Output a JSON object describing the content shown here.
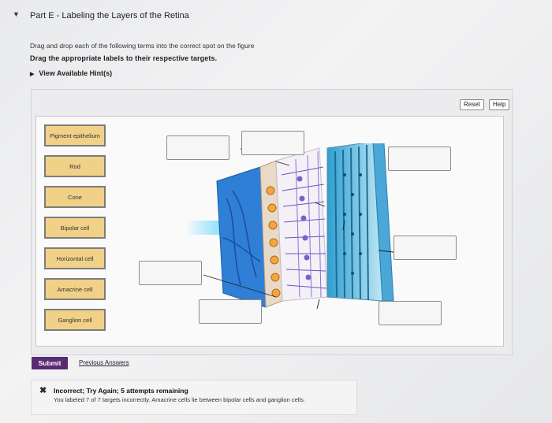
{
  "header": {
    "part_title": "Part E - Labeling the Layers of the Retina",
    "instruction_1": "Drag and drop each of the following terms into the correct spot on the figure",
    "instruction_2": "Drag the appropriate labels to their respective targets.",
    "hints_label": "View Available Hint(s)"
  },
  "toolbar": {
    "reset_label": "Reset",
    "help_label": "Help"
  },
  "terms": [
    "Pigment epithelium",
    "Rod",
    "Cone",
    "Bipolar cell",
    "Horizontal cell",
    "Amacrine cell",
    "Ganglion cell"
  ],
  "actions": {
    "submit_label": "Submit",
    "previous_answers_label": "Previous Answers"
  },
  "feedback": {
    "title": "Incorrect; Try Again; 5 attempts remaining",
    "message": "You labeled 7 of 7 targets incorrectly. Amacrine cells lie between bipolar cells and ganglion cells."
  },
  "colors": {
    "term_fill": "#f0d187",
    "submit_bg": "#5a2a74",
    "figure_blue": "#3a8fd8"
  }
}
